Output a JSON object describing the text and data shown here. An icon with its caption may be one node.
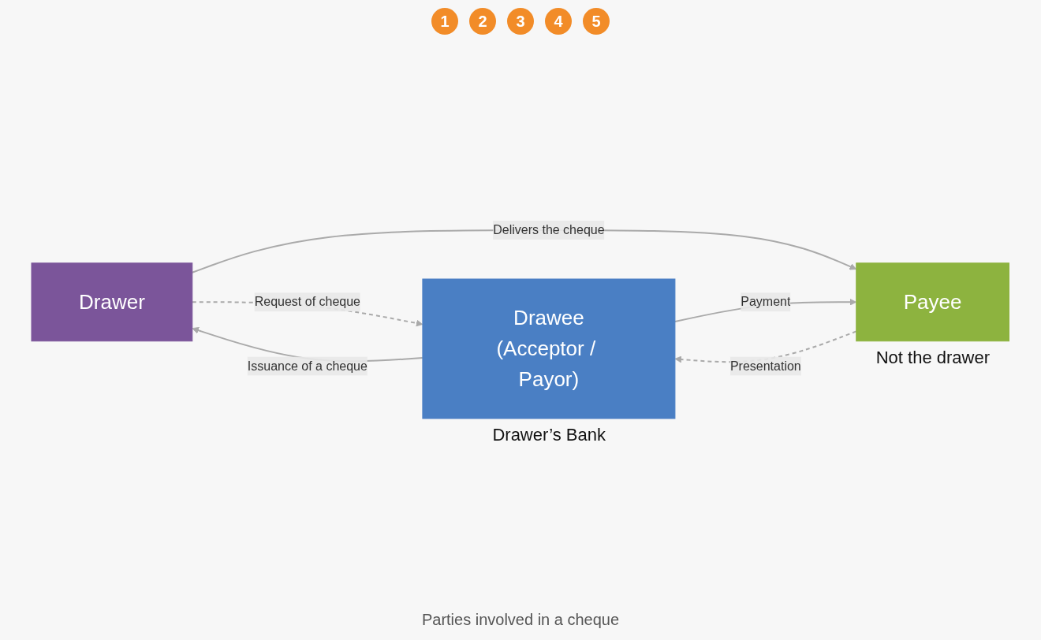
{
  "diagram": {
    "caption": "Parties involved in a cheque",
    "nodes": [
      {
        "text": [
          "Drawer"
        ]
      },
      {
        "text": [
          "Drawee",
          "(Acceptor / Payor)"
        ],
        "beside": [
          "Drawer’s Bank"
        ]
      },
      {
        "text": [
          "Payee"
        ],
        "beside": [
          "Not the drawer"
        ]
      }
    ],
    "edges": [
      {
        "from": 0,
        "to": 1,
        "arrow": "to",
        "label": "Request of cheque",
        "style": "dashed"
      },
      {
        "from": 1,
        "to": 0,
        "arrow": "to",
        "label": "Issuance of a cheque"
      },
      {
        "from": 0,
        "to": 2,
        "arrow": "to",
        "label": "Delivers the cheque"
      },
      {
        "from": 2,
        "to": 1,
        "arrow": "to",
        "label": "Presentation",
        "style": "dashed"
      },
      {
        "from": 1,
        "to": 2,
        "arrow": "to",
        "label": "Payment"
      }
    ],
    "labels": [
      "1",
      "2",
      "3",
      "4",
      "5"
    ]
  }
}
